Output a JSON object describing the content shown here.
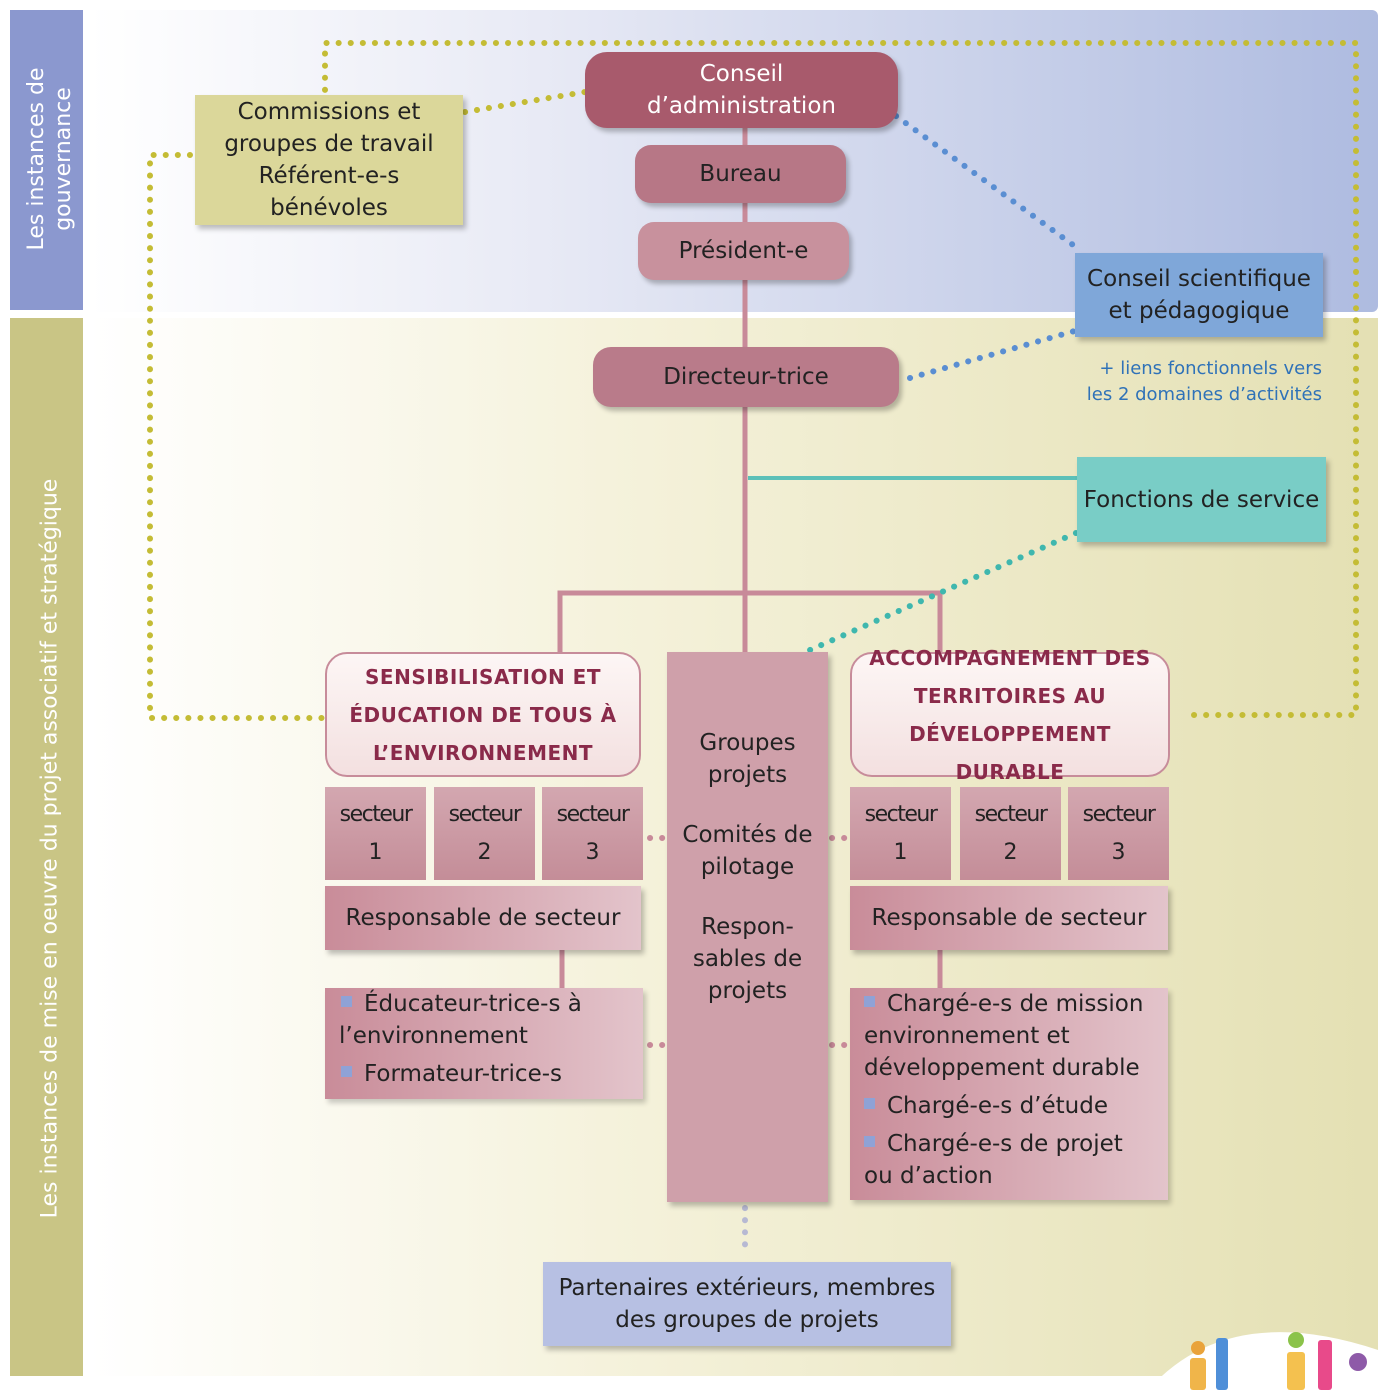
{
  "bands": {
    "governance_label": [
      "Les instances de",
      "gouvernance"
    ],
    "operations_label": "Les instances de mise en oeuvre du projet associatif et stratégique"
  },
  "boxes": {
    "conseil_admin": [
      "Conseil",
      "d’administration"
    ],
    "bureau": "Bureau",
    "president": "Président-e",
    "commissions": [
      "Commissions et",
      "groupes de travail",
      "Référent-e-s",
      "bénévoles"
    ],
    "conseil_scientifique": [
      "Conseil scientifique",
      "et pédagogique"
    ],
    "liens_note": [
      "+ liens fonctionnels vers",
      "les 2 domaines d’activités"
    ],
    "directeur": "Directeur-trice",
    "fonctions_service": "Fonctions de service",
    "partenaires": [
      "Partenaires extérieurs, membres",
      "des groupes de projets"
    ]
  },
  "domains": {
    "left": {
      "title": [
        "Sensibilisation et",
        "Éducation de Tous à",
        "l’Environnement"
      ],
      "sectors": [
        [
          "secteur",
          "1"
        ],
        [
          "secteur",
          "2"
        ],
        [
          "secteur",
          "3"
        ]
      ],
      "responsable": "Responsable de secteur",
      "staff": [
        [
          "Éducateur-trice-s à",
          "l’environnement"
        ],
        [
          "Formateur-trice-s"
        ]
      ]
    },
    "right": {
      "title": [
        "Accompagnement des",
        "Territoires au",
        "Développement Durable"
      ],
      "sectors": [
        [
          "secteur",
          "1"
        ],
        [
          "secteur",
          "2"
        ],
        [
          "secteur",
          "3"
        ]
      ],
      "responsable": "Responsable de secteur",
      "staff": [
        [
          "Chargé-e-s de mission",
          "environnement et",
          "développement durable"
        ],
        [
          "Chargé-e-s d’étude"
        ],
        [
          "Chargé-e-s de projet",
          "ou d’action"
        ]
      ]
    }
  },
  "center_column": {
    "items": [
      [
        "Groupes",
        "projets"
      ],
      [
        "Comités de",
        "pilotage"
      ],
      [
        "Respon-",
        "sables de",
        "projets"
      ]
    ]
  },
  "colors": {
    "governance_band": "#8b98cf",
    "operations_band": "#c9c585",
    "dark_rose": "#a85a6c",
    "blue_box": "#7fa7d9",
    "teal_box": "#79cdc6",
    "olive_box": "#dbd79a",
    "dots_olive": "#c4bc35",
    "dots_blue": "#5a8ed2",
    "dots_teal": "#3fb7ae"
  }
}
